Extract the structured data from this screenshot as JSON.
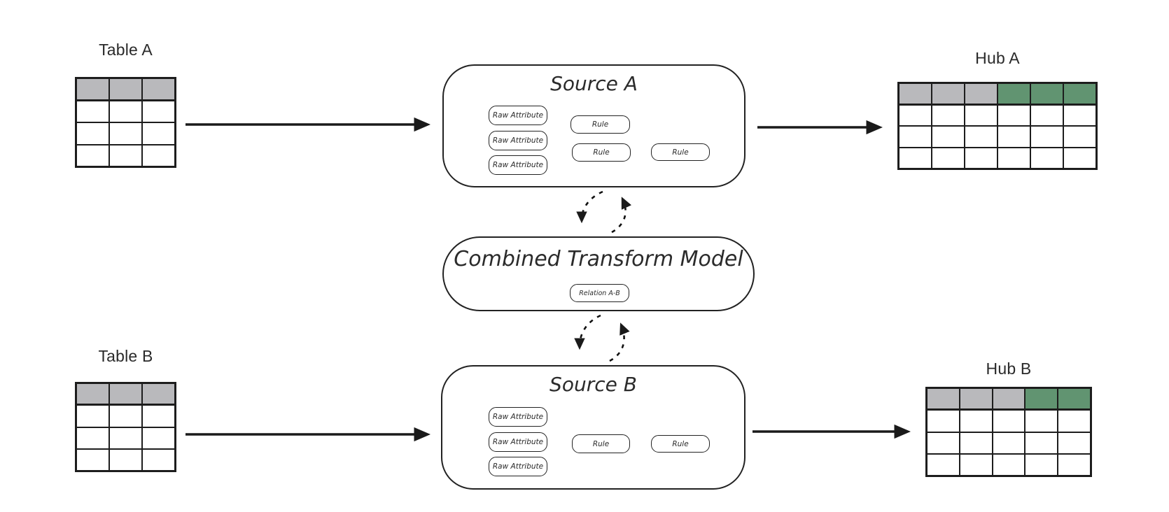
{
  "tables": {
    "table_a": {
      "label": "Table A",
      "columns": 3,
      "rows": 4,
      "header_colors": [
        "gray",
        "gray",
        "gray"
      ]
    },
    "table_b": {
      "label": "Table B",
      "columns": 3,
      "rows": 4,
      "header_colors": [
        "gray",
        "gray",
        "gray"
      ]
    },
    "hub_a": {
      "label": "Hub A",
      "columns": 6,
      "rows": 4,
      "header_colors": [
        "gray",
        "gray",
        "gray",
        "green",
        "green",
        "green"
      ]
    },
    "hub_b": {
      "label": "Hub B",
      "columns": 5,
      "rows": 4,
      "header_colors": [
        "gray",
        "gray",
        "gray",
        "green",
        "green"
      ]
    }
  },
  "source_a": {
    "title": "Source A",
    "raw_attributes": [
      "Raw Attribute",
      "Raw Attribute",
      "Raw Attribute"
    ],
    "rules": [
      "Rule",
      "Rule",
      "Rule"
    ]
  },
  "source_b": {
    "title": "Source B",
    "raw_attributes": [
      "Raw Attribute",
      "Raw Attribute",
      "Raw Attribute"
    ],
    "rules": [
      "Rule",
      "Rule"
    ]
  },
  "combined_model": {
    "title": "Combined Transform Model",
    "relation_label": "Relation A-B"
  },
  "colors": {
    "header_gray": "#b9b9bc",
    "header_green": "#619471",
    "stroke": "#1f1f1f"
  }
}
